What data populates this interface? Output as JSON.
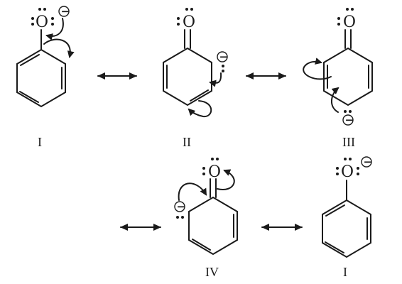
{
  "structures": [
    {
      "id": "s1",
      "label": "I",
      "atom": "O"
    },
    {
      "id": "s2",
      "label": "II",
      "atom": "O"
    },
    {
      "id": "s3",
      "label": "III",
      "atom": "O"
    },
    {
      "id": "s4",
      "label": "IV",
      "atom": "O"
    },
    {
      "id": "s5",
      "label": "I",
      "atom": "O"
    }
  ],
  "charge_symbol": "−",
  "resonance_arrow": "↔"
}
